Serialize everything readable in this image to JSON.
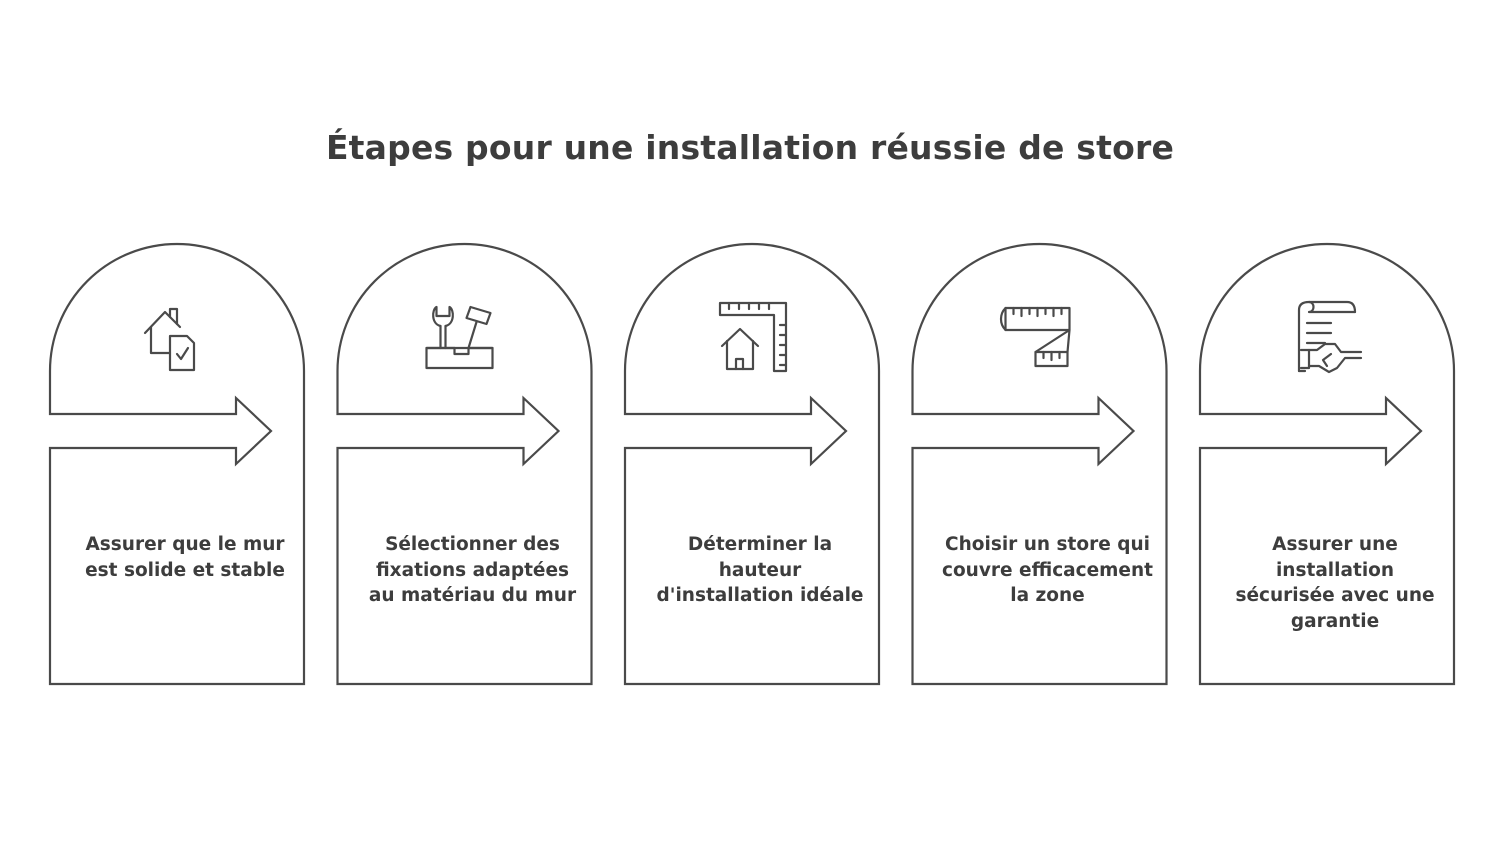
{
  "title": "Étapes pour une installation réussie de store",
  "colors": {
    "stroke": "#4a4a4a",
    "text": "#3d3d3d",
    "background": "#ffffff"
  },
  "steps": [
    {
      "icon": "house-check-icon",
      "text": "Assurer que le mur est solide et stable"
    },
    {
      "icon": "toolbox-icon",
      "text": "Sélectionner des fixations adaptées au matériau du mur"
    },
    {
      "icon": "ruler-house-icon",
      "text": "Déterminer la hauteur d'installation idéale"
    },
    {
      "icon": "measuring-tape-icon",
      "text": "Choisir un store qui couvre efficacement la zone"
    },
    {
      "icon": "contract-handshake-icon",
      "text": "Assurer une installation sécurisée avec une garantie"
    }
  ]
}
